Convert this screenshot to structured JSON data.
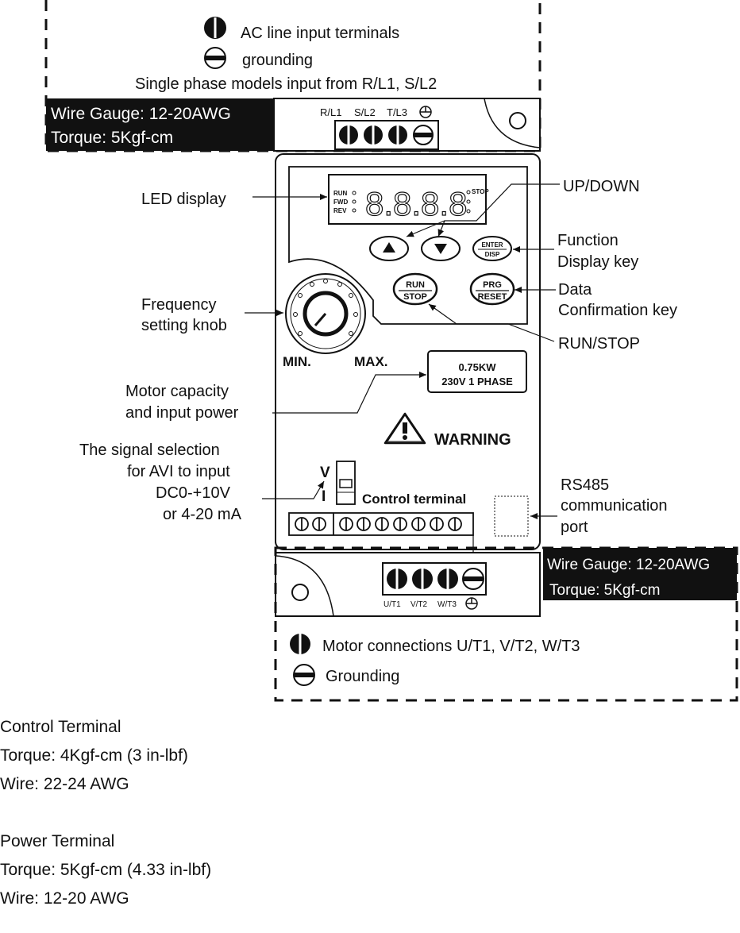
{
  "top_legend": {
    "ac_line": "AC line input terminals",
    "grounding": "grounding",
    "single_phase": "Single phase models input from R/L1, S/L2"
  },
  "top_wire": {
    "gauge": "Wire Gauge: 12-20AWG",
    "torque": "Torque: 5Kgf-cm"
  },
  "top_terminals": [
    "R/L1",
    "S/L2",
    "T/L3"
  ],
  "callouts": {
    "led_display": "LED display",
    "up_down": "UP/DOWN",
    "function_1": "Function",
    "function_2": "Display key",
    "data_1": "Data",
    "data_2": "Confirmation key",
    "freq_1": "Frequency",
    "freq_2": "setting knob",
    "run_stop": "RUN/STOP",
    "motor_cap_1": "Motor capacity",
    "motor_cap_2": "and input power",
    "signal_1": "The signal selection",
    "signal_2": "for AVI to input",
    "signal_3": "DC0-+10V",
    "signal_4": "or 4-20 mA",
    "rs485_1": "RS485",
    "rs485_2": "communication",
    "rs485_3": "port"
  },
  "panel": {
    "led_run": "RUN",
    "led_fwd": "FWD",
    "led_rev": "REV",
    "led_stop": "STOP",
    "enter": "ENTER",
    "disp": "DISP",
    "run": "RUN",
    "stop": "STOP",
    "prg": "PRG",
    "reset": "RESET",
    "min": "MIN.",
    "max": "MAX.",
    "rating_1": "0.75KW",
    "rating_2": "230V 1 PHASE",
    "warning": "WARNING",
    "switch_v": "V",
    "switch_i": "I",
    "control_terminal": "Control terminal"
  },
  "bottom_wire": {
    "gauge": "Wire Gauge: 12-20AWG",
    "torque": "Torque: 5Kgf-cm"
  },
  "bottom_terminals": [
    "U/T1",
    "V/T2",
    "W/T3"
  ],
  "bottom_legend": {
    "motor": "Motor connections U/T1, V/T2, W/T3",
    "grounding": "Grounding"
  },
  "notes": {
    "control_title": "Control Terminal",
    "control_torque": "Torque: 4Kgf-cm (3 in-lbf)",
    "control_wire": "Wire: 22-24 AWG",
    "power_title": "Power Terminal",
    "power_torque": "Torque: 5Kgf-cm (4.33 in-lbf)",
    "power_wire": "Wire: 12-20 AWG"
  }
}
